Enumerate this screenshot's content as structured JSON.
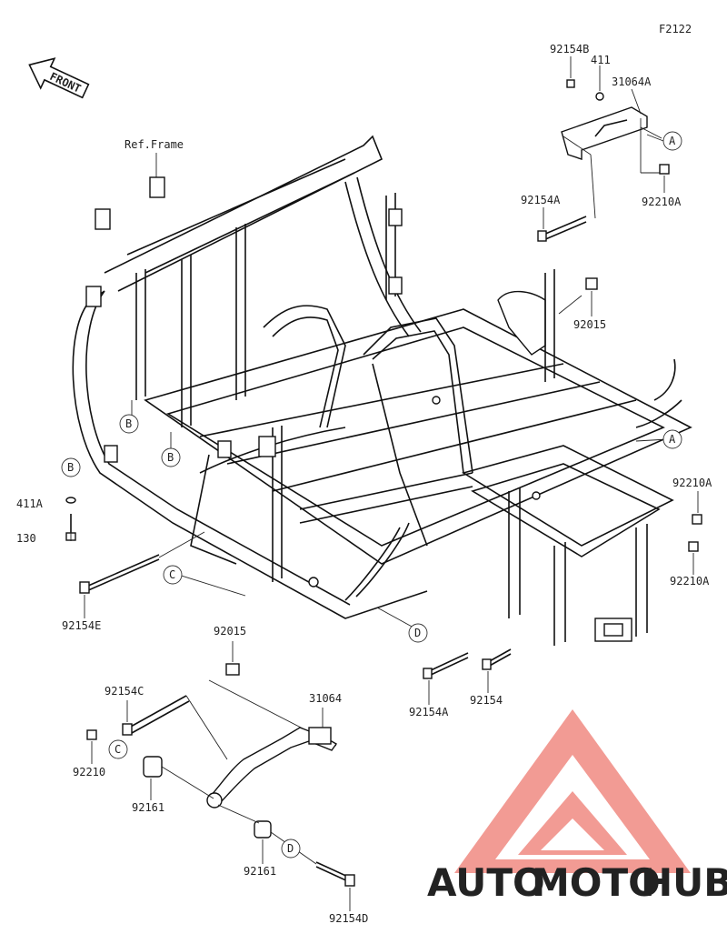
{
  "figure_code": "F2122",
  "front_indicator": "FRONT",
  "ref_frame": "Ref.Frame",
  "part_labels": {
    "p92154B": "92154B",
    "p411": "411",
    "p31064A": "31064A",
    "p92154A_top": "92154A",
    "p92210A_top": "92210A",
    "p92015_top": "92015",
    "p411A": "411A",
    "p130": "130",
    "p92154E": "92154E",
    "p92210A_r1": "92210A",
    "p92210A_r2": "92210A",
    "p92154A_bot": "92154A",
    "p92154": "92154",
    "p92015_bot": "92015",
    "p92154C": "92154C",
    "p31064": "31064",
    "p92210": "92210",
    "p92161_a": "92161",
    "p92161_b": "92161",
    "p92154D": "92154D"
  },
  "callouts": {
    "A1": "A",
    "A2": "A",
    "B1": "B",
    "B2": "B",
    "B3": "B",
    "C1": "C",
    "C2": "C",
    "D1": "D",
    "D2": "D"
  },
  "watermark": {
    "part1": "AUTO",
    "part2": "MOTO",
    "part3": "HUB",
    "color_red": "#e8524a",
    "color_gold": "#f4b23e",
    "color_gray": "#8a8a8a"
  }
}
